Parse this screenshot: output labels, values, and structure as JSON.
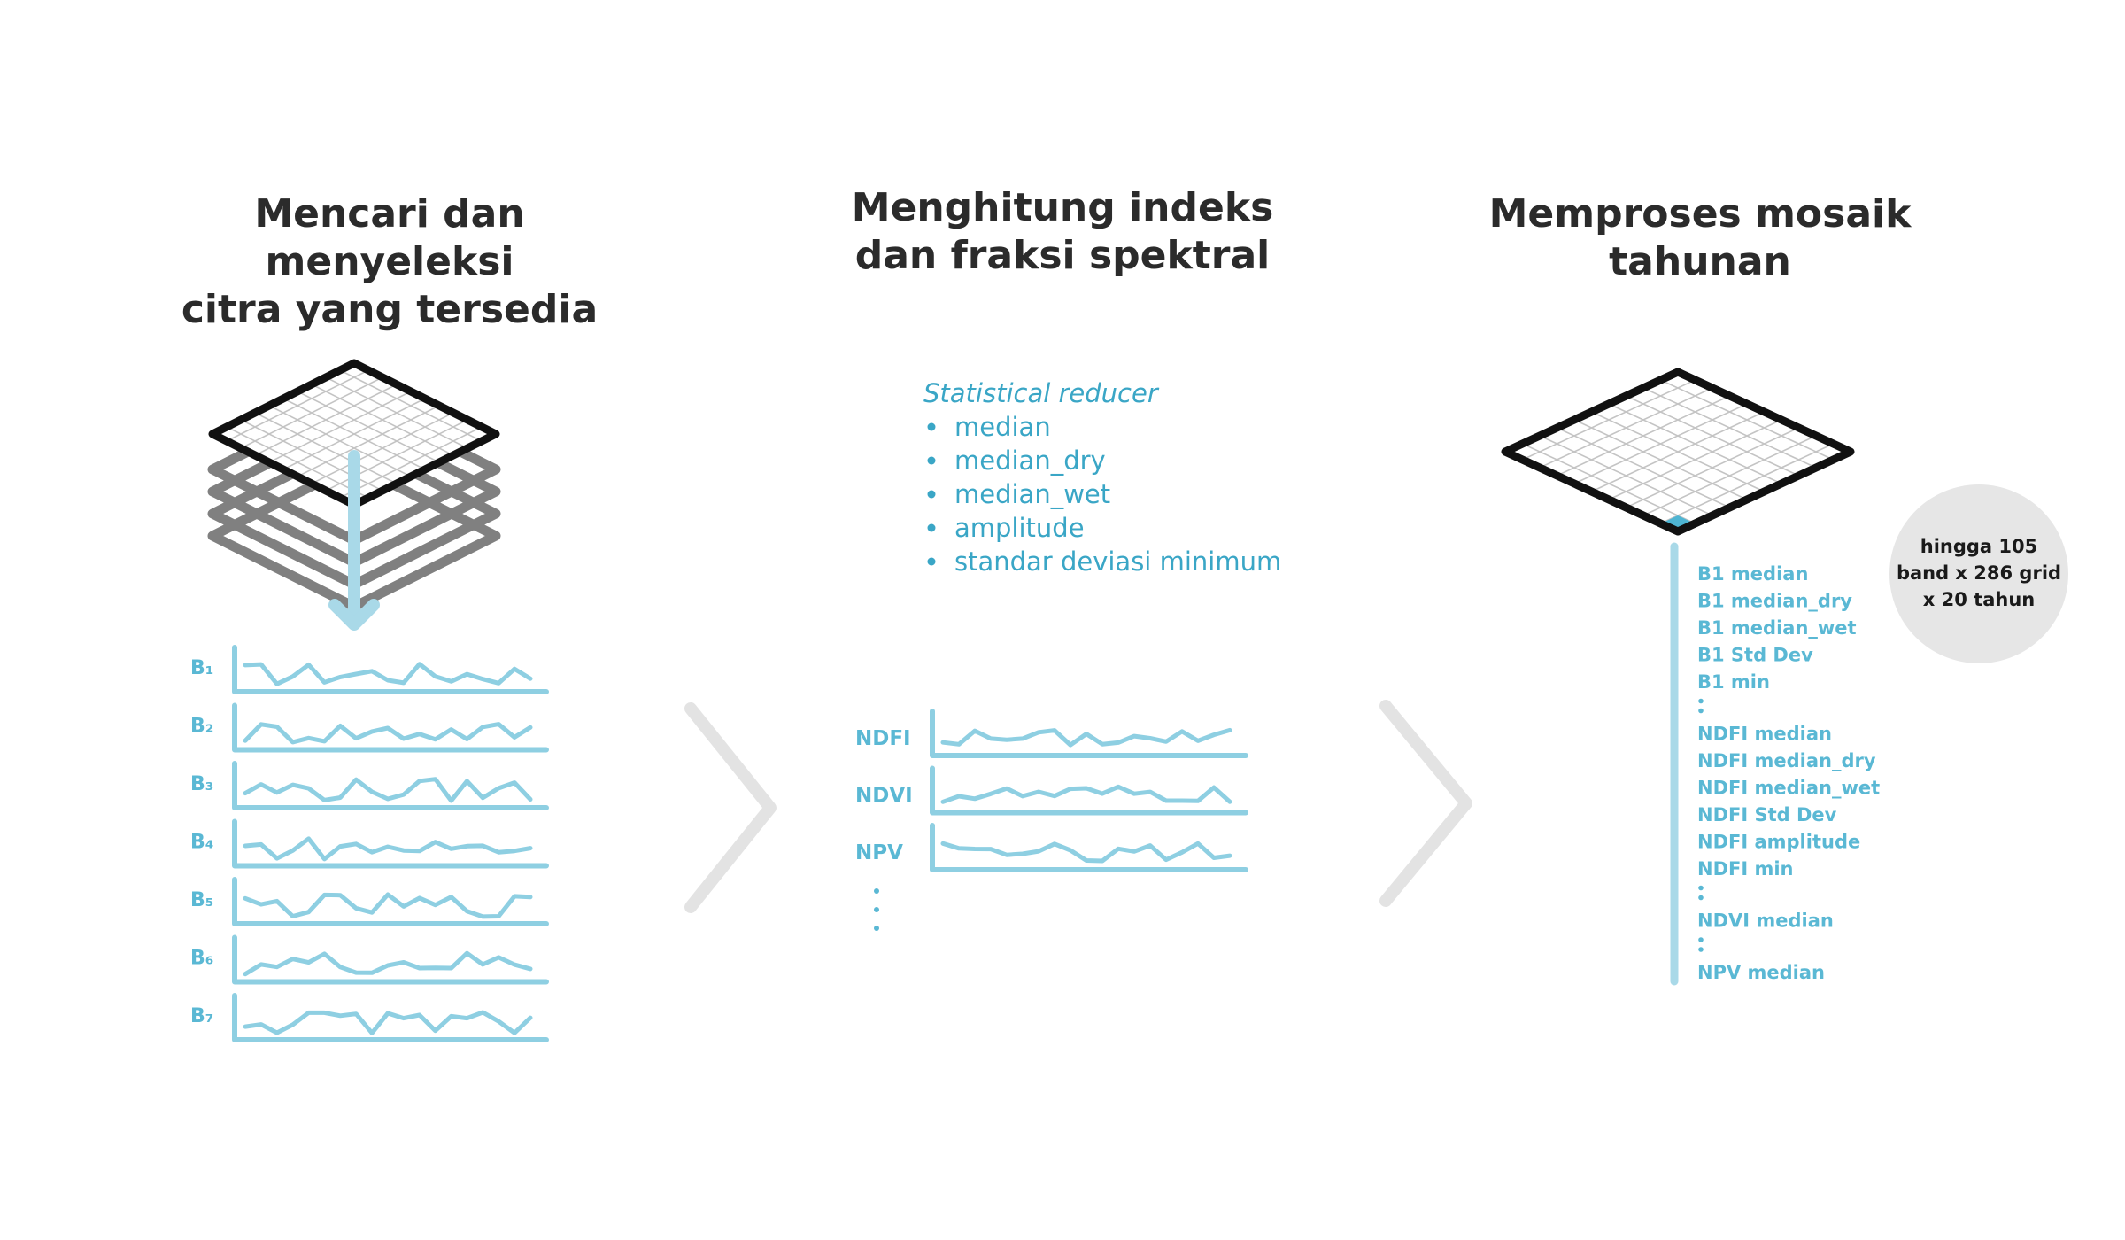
{
  "titles": {
    "step1": [
      "Mencari dan menyeleksi",
      "citra yang tersedia"
    ],
    "step2": [
      "Menghitung indeks",
      "dan fraksi spektral"
    ],
    "step3": [
      "Memproses mosaik tahunan"
    ]
  },
  "bands": [
    "B₁",
    "B₂",
    "B₃",
    "B₄",
    "B₅",
    "B₆",
    "B₇"
  ],
  "indices": [
    "NDFI",
    "NDVI",
    "NPV"
  ],
  "reducer": {
    "heading": "Statistical reducer",
    "items": [
      "median",
      "median_dry",
      "median_wet",
      "amplitude",
      "standar deviasi minimum"
    ]
  },
  "mosaic_bands": [
    "B1 median",
    "B1 median_dry",
    "B1 median_wet",
    "B1 Std Dev",
    "B1 min",
    "•",
    "NDFI median",
    "NDFI median_dry",
    "NDFI median_wet",
    "NDFI Std Dev",
    "NDFI amplitude",
    "NDFI min",
    "•",
    "NDVI median",
    "•",
    "NPV median"
  ],
  "badge": [
    "hingga 105",
    "band x 286 grid",
    "x 20 tahun"
  ],
  "colors": {
    "accent": "#8ecfe2",
    "label": "#5ab8d4",
    "grid_frame": "#111111",
    "layer_gray": "#808080",
    "arrow_gray": "#e3e3e3",
    "badge_bg": "#e6e6e6"
  }
}
